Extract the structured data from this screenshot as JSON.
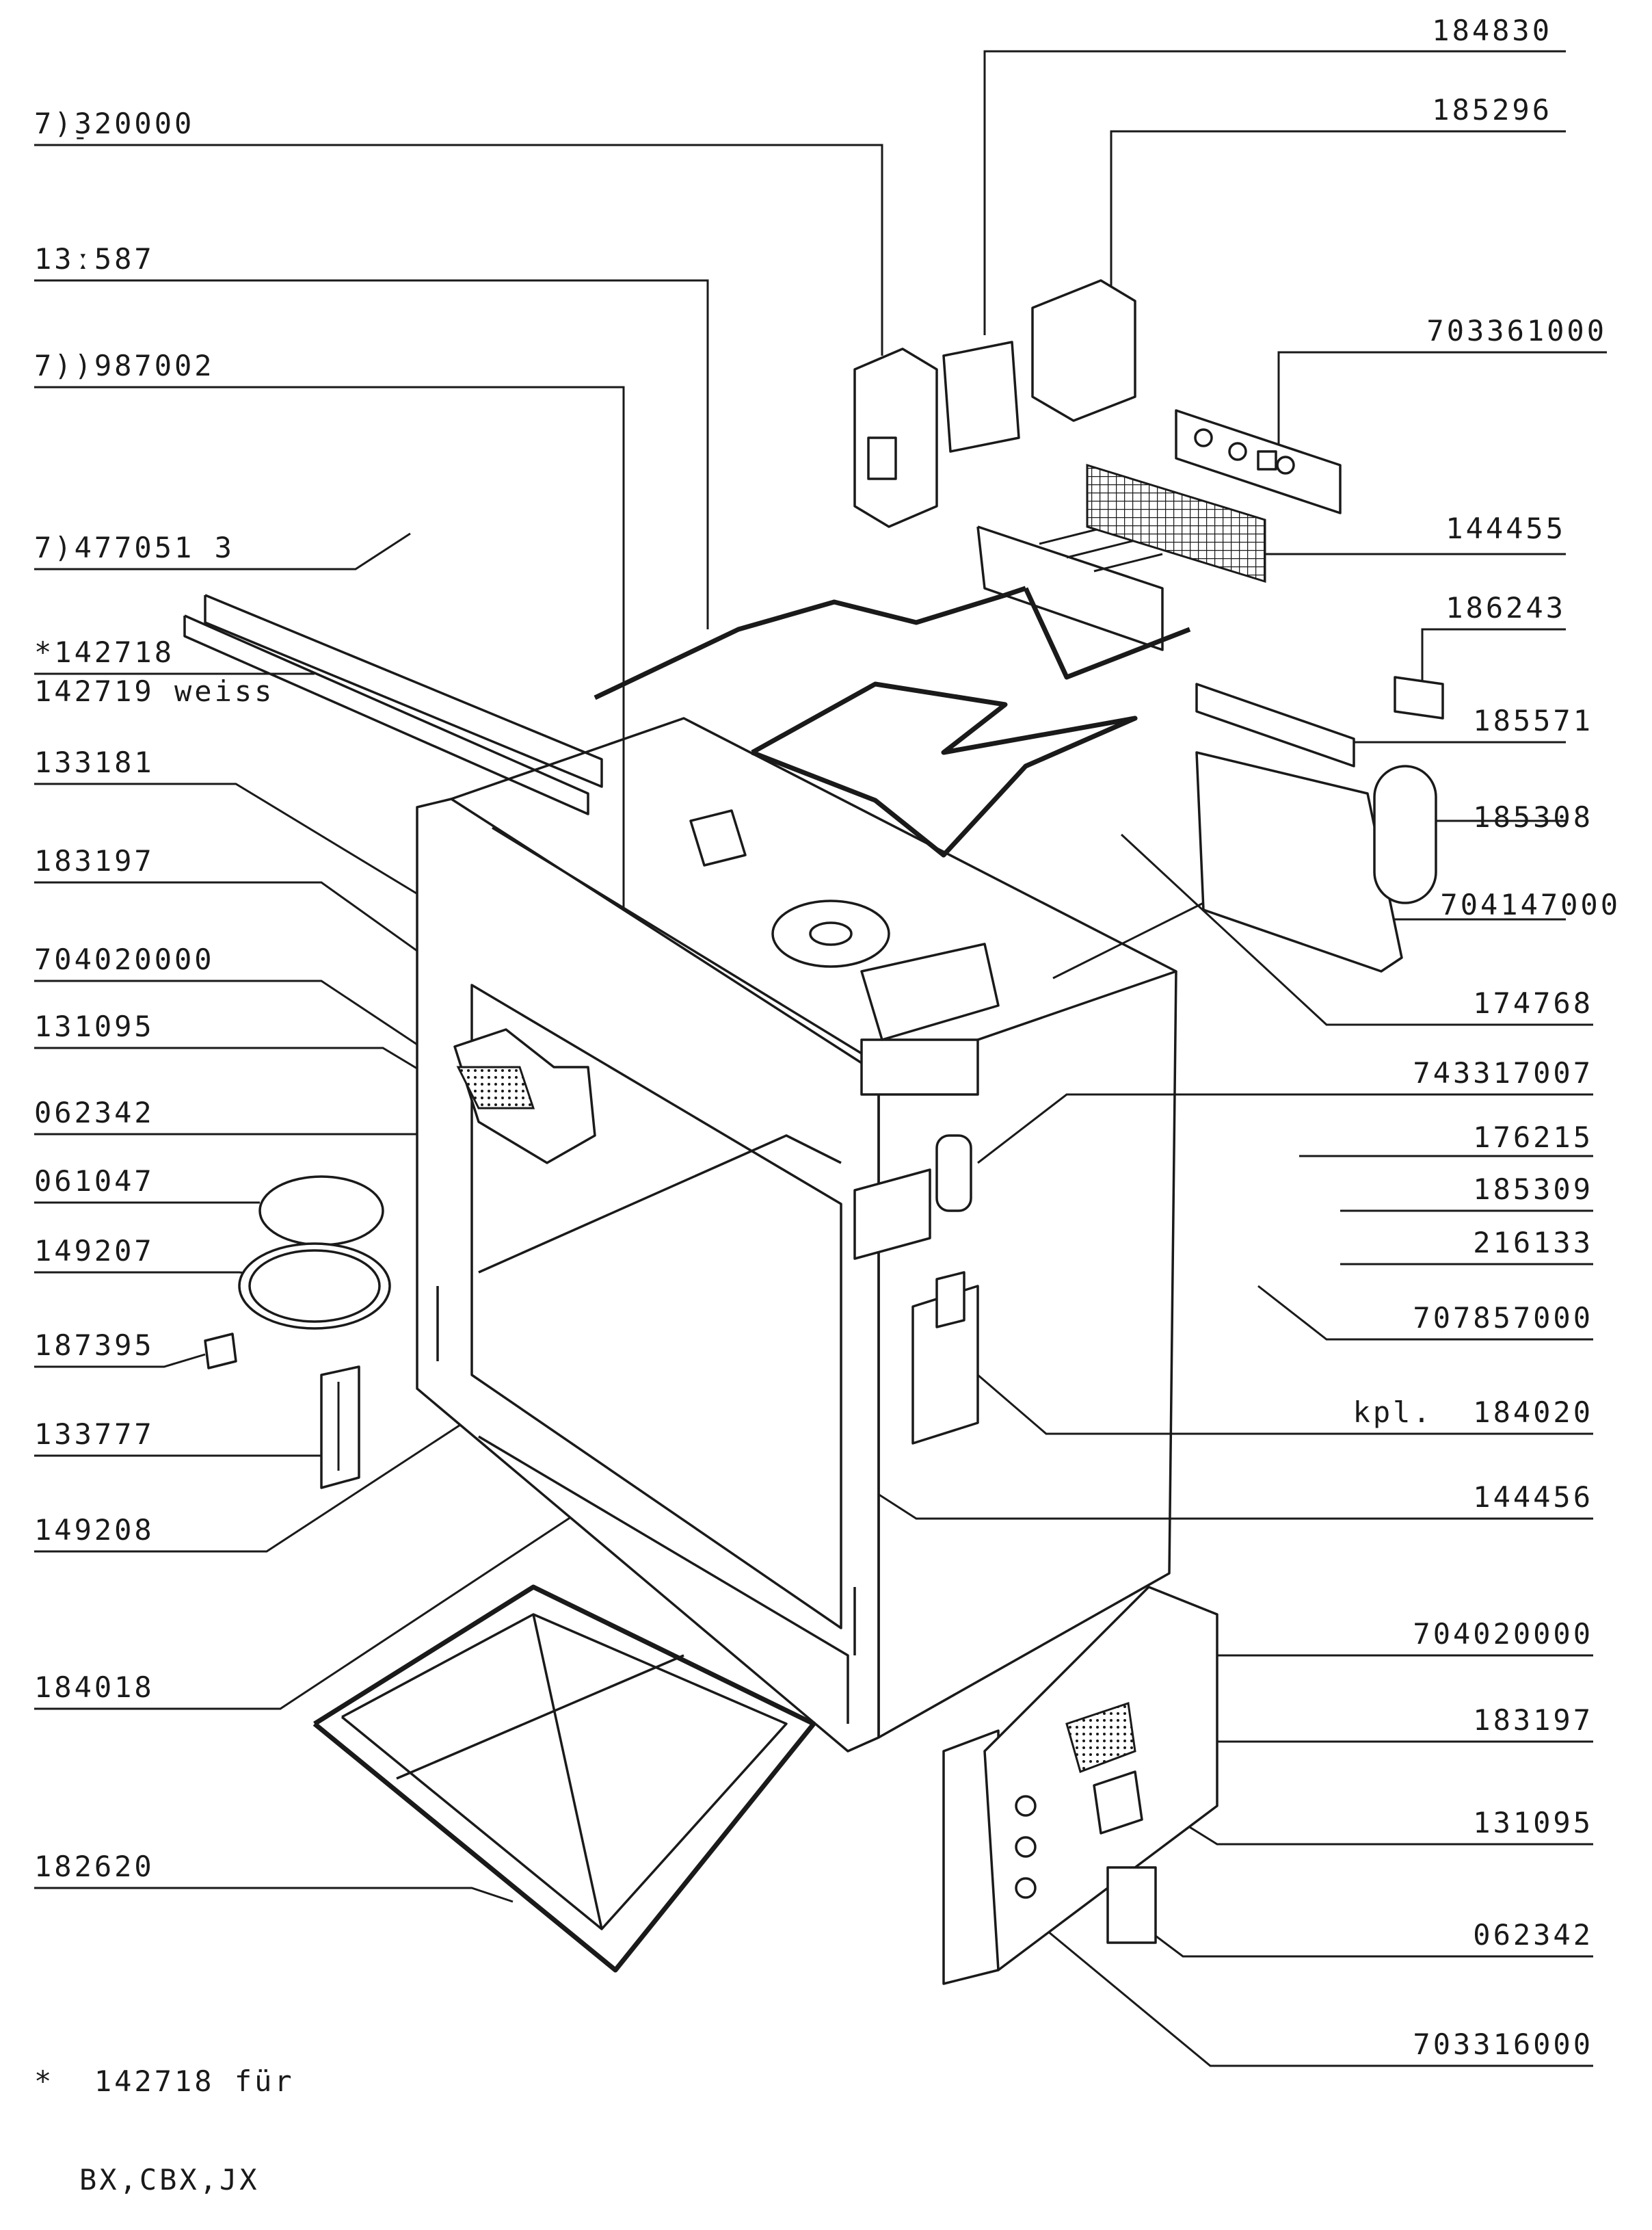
{
  "diagram": {
    "labels_left": [
      {
        "id": "703320000",
        "text": "7)̠320000"
      },
      {
        "id": "133587",
        "text": "13ː587"
      },
      {
        "id": "700987002",
        "text": "7))987002"
      },
      {
        "id": "704770513",
        "text": "7)477051 3"
      },
      {
        "id": "142718",
        "text": "*142718"
      },
      {
        "id": "142719",
        "text": "142719 weiss"
      },
      {
        "id": "133181",
        "text": "133181"
      },
      {
        "id": "183197a",
        "text": "183197"
      },
      {
        "id": "704020000a",
        "text": "704020000"
      },
      {
        "id": "131095a",
        "text": "131095"
      },
      {
        "id": "062342a",
        "text": "062342"
      },
      {
        "id": "061047",
        "text": "061047"
      },
      {
        "id": "149207",
        "text": "149207"
      },
      {
        "id": "187395",
        "text": "187395"
      },
      {
        "id": "133777",
        "text": "133777"
      },
      {
        "id": "149208",
        "text": "149208"
      },
      {
        "id": "184018",
        "text": "184018"
      },
      {
        "id": "182620",
        "text": "182620"
      }
    ],
    "labels_right": [
      {
        "id": "184830",
        "text": "184830"
      },
      {
        "id": "185296",
        "text": "185296"
      },
      {
        "id": "703361000",
        "text": "703361000"
      },
      {
        "id": "144455",
        "text": "144455"
      },
      {
        "id": "186243",
        "text": "186243"
      },
      {
        "id": "185571",
        "text": "185571"
      },
      {
        "id": "185308",
        "text": "185308"
      },
      {
        "id": "704147000",
        "text": "704147000"
      },
      {
        "id": "174768",
        "text": "174768"
      },
      {
        "id": "743317007",
        "text": "743317007"
      },
      {
        "id": "176215",
        "text": "176215"
      },
      {
        "id": "185309",
        "text": "185309"
      },
      {
        "id": "216133",
        "text": "216133"
      },
      {
        "id": "707857000",
        "text": "707857000"
      },
      {
        "id": "184020",
        "text": "kpl.  184020"
      },
      {
        "id": "144456",
        "text": "144456"
      },
      {
        "id": "704020000b",
        "text": "704020000"
      },
      {
        "id": "183197b",
        "text": "183197"
      },
      {
        "id": "131095b",
        "text": "131095"
      },
      {
        "id": "062342b",
        "text": "062342"
      },
      {
        "id": "703316000",
        "text": "703316000"
      }
    ],
    "footnote": {
      "line1": "*  142718 für",
      "line2": "BX,CBX,JX"
    }
  }
}
